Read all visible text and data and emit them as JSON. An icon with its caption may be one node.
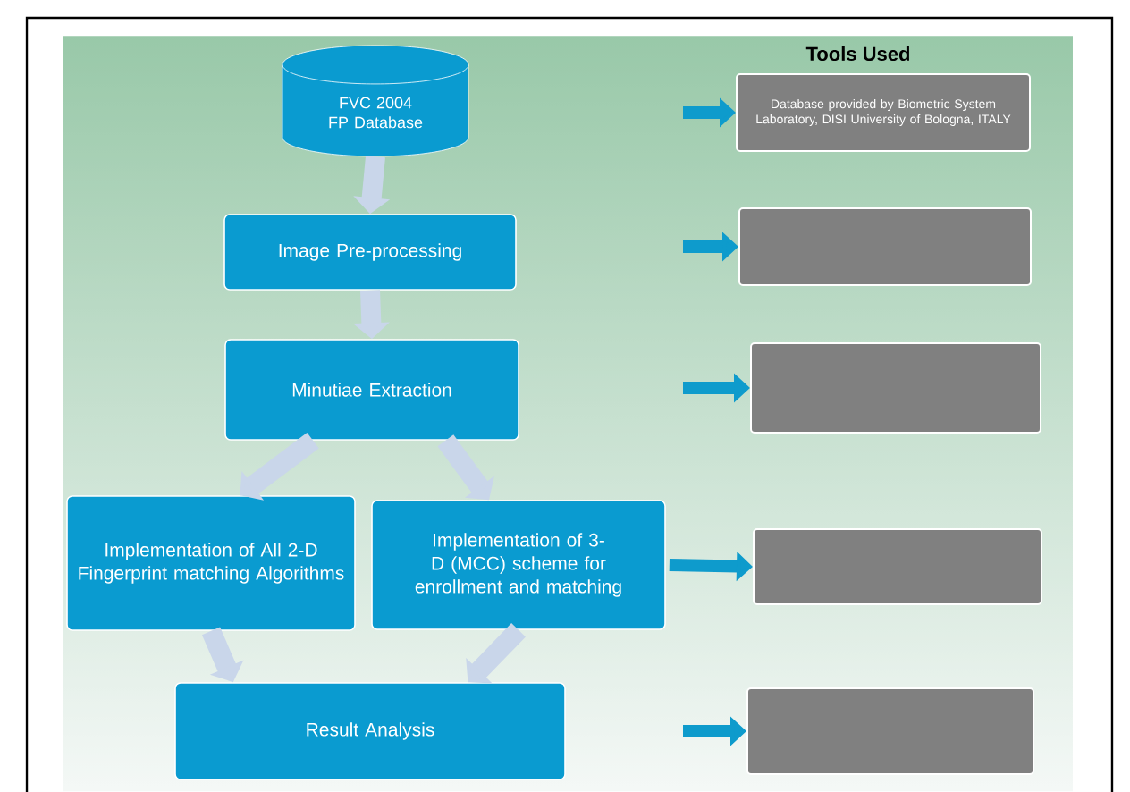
{
  "diagram": {
    "nodes": [
      {
        "text": [
          "FVC 2004 FP Database"
        ]
      },
      {
        "text": [
          "Database provided by Biometric System Laboratory, DISI University of Bologna, ITALY"
        ]
      },
      {
        "text": [
          "Image Pre-processing"
        ]
      },
      {
        "text": [],
        "shape": "box"
      },
      {
        "text": [
          "Minutiae Extraction"
        ]
      },
      {
        "text": [],
        "shape": "box"
      },
      {
        "text": [
          "Implementation of All 2-D Fingerprint matching Algorithms"
        ]
      },
      {
        "text": [
          "Implementation of 3-D (MCC) scheme for enrollment and matching"
        ]
      },
      {
        "text": [],
        "shape": "box"
      },
      {
        "text": [
          "Result Analysis"
        ]
      },
      {
        "text": [],
        "shape": "box"
      }
    ],
    "edges": [
      {
        "from": 0,
        "to": 2,
        "arrow": "to"
      },
      {
        "from": 2,
        "to": 4,
        "arrow": "to"
      },
      {
        "from": 4,
        "to": 6,
        "arrow": "to"
      },
      {
        "from": 4,
        "to": 7,
        "arrow": "to"
      },
      {
        "from": 6,
        "to": 9,
        "arrow": "to"
      },
      {
        "from": 7,
        "to": 9,
        "arrow": "to"
      },
      {
        "from": null,
        "to": 1,
        "arrow": "to",
        "color": "#0e9bcc"
      },
      {
        "from": null,
        "to": 3,
        "arrow": "to",
        "color": "#0e9bcc"
      },
      {
        "from": null,
        "to": 5,
        "arrow": "to",
        "color": "#0e9bcc"
      },
      {
        "from": 7,
        "to": 8,
        "arrow": "to",
        "color": "#0e9bcc"
      },
      {
        "from": null,
        "to": 10,
        "arrow": "to",
        "color": "#0e9bcc"
      }
    ],
    "labels": [
      "Tools Used"
    ]
  }
}
